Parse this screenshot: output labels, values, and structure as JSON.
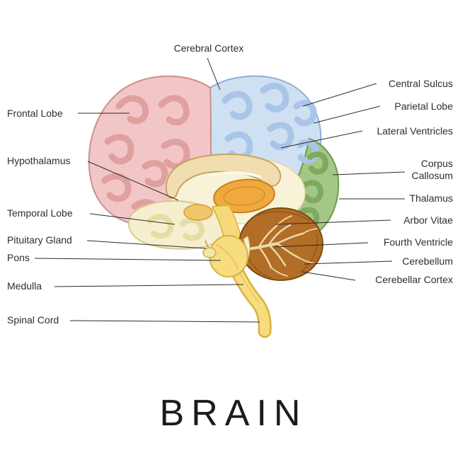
{
  "title": "BRAIN",
  "diagram": {
    "subject": "human-brain-sagittal-cross-section",
    "top_labels": [
      {
        "text": "Cerebral Cortex"
      }
    ],
    "left_labels": [
      {
        "text": "Frontal Lobe"
      },
      {
        "text": "Hypothalamus"
      },
      {
        "text": "Temporal Lobe"
      },
      {
        "text": "Pituitary Gland"
      },
      {
        "text": "Pons"
      },
      {
        "text": "Medulla"
      },
      {
        "text": "Spinal Cord"
      }
    ],
    "right_labels": [
      {
        "text": "Central Sulcus"
      },
      {
        "text": "Parietal Lobe"
      },
      {
        "text": "Lateral Ventricles"
      },
      {
        "text": "Corpus Callosum",
        "lines": [
          "Corpus",
          "Callosum"
        ]
      },
      {
        "text": "Thalamus"
      },
      {
        "text": "Arbor Vitae"
      },
      {
        "text": "Fourth Ventricle"
      },
      {
        "text": "Cerebellum"
      },
      {
        "text": "Cerebellar Cortex"
      }
    ],
    "colors": {
      "frontal_lobe": "#f2c6c6",
      "parietal_lobe": "#cfe0f2",
      "occipital_lobe": "#a3c787",
      "temporal_lobe": "#f5efcf",
      "inner_region": "#f8f2d8",
      "corpus_callosum": "#f0ddb0",
      "thalamus": "#efa93f",
      "hypothalamus": "#f3c569",
      "pituitary_gland": "#f5e6a8",
      "brainstem": "#f7dc80",
      "cerebellum": "#b26d26",
      "label_line": "#2b2b2b"
    }
  }
}
